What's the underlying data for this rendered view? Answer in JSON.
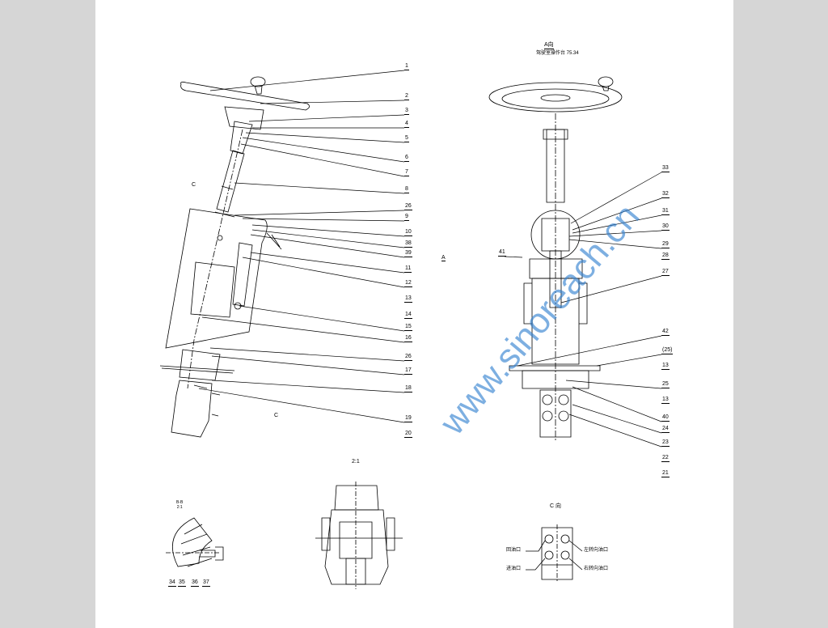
{
  "left_view": {
    "callouts": [
      "1",
      "2",
      "3",
      "4",
      "5",
      "6",
      "7",
      "8",
      "26",
      "9",
      "10",
      "38",
      "39",
      "11",
      "12",
      "13",
      "14",
      "15",
      "16",
      "26",
      "17",
      "18",
      "19",
      "20"
    ],
    "marks": {
      "c_top": "C",
      "c_bottom": "C"
    }
  },
  "right_view": {
    "title": "A向",
    "subtitle": "驾驶室操作台 75.34",
    "arrow_label": "A",
    "callouts": [
      "33",
      "32",
      "31",
      "30",
      "29",
      "28",
      "27",
      "41",
      "42",
      "(25)",
      "13",
      "25",
      "13",
      "40",
      "24",
      "23",
      "22",
      "21"
    ]
  },
  "detail_views": {
    "section_label": "B-B\n2:1",
    "section_callouts": [
      "34",
      "35",
      "36",
      "37"
    ],
    "view_2_label": "2:1",
    "view_c_label": "C 向",
    "ports": [
      "回油口",
      "左转向油口",
      "进油口",
      "右转向油口"
    ]
  },
  "watermark": "www.sinoreach.cn"
}
